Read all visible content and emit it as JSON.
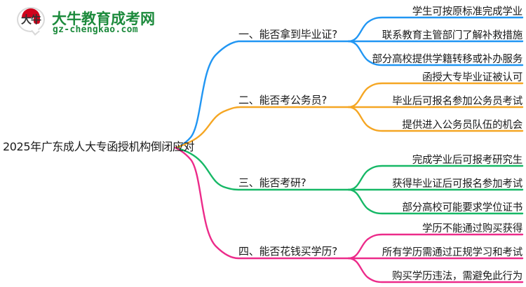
{
  "logo": {
    "mark_text": "大牛",
    "title": "大牛教育成考网",
    "domain": "gz-chengkao.com",
    "brand_color": "#1c8a3c",
    "accent_color": "#d0021b"
  },
  "mindmap": {
    "root": "2025年广东成人大专函授机构倒闭应对",
    "branches": [
      {
        "label": "一、能否拿到毕业证?",
        "color": "#2196f3",
        "leaves": [
          "学生可按原标准完成学业",
          "联系教育主管部门了解补救措施",
          "部分高校提供学籍转移或补办服务"
        ]
      },
      {
        "label": "二、能否考公务员?",
        "color": "#f5a623",
        "leaves": [
          "函授大专毕业证被认可",
          "毕业后可报名参加公务员考试",
          "提供进入公务员队伍的机会"
        ]
      },
      {
        "label": "三、能否考研?",
        "color": "#16b866",
        "leaves": [
          "完成学业后可报考研究生",
          "获得毕业证后可报名参加考试",
          "部分高校可能要求学位证书"
        ]
      },
      {
        "label": "四、能否花钱买学历?",
        "color": "#ec2b8a",
        "leaves": [
          "学历不能通过购买获得",
          "所有学历需通过正规学习和考试",
          "购买学历违法，需避免此行为"
        ]
      }
    ]
  }
}
